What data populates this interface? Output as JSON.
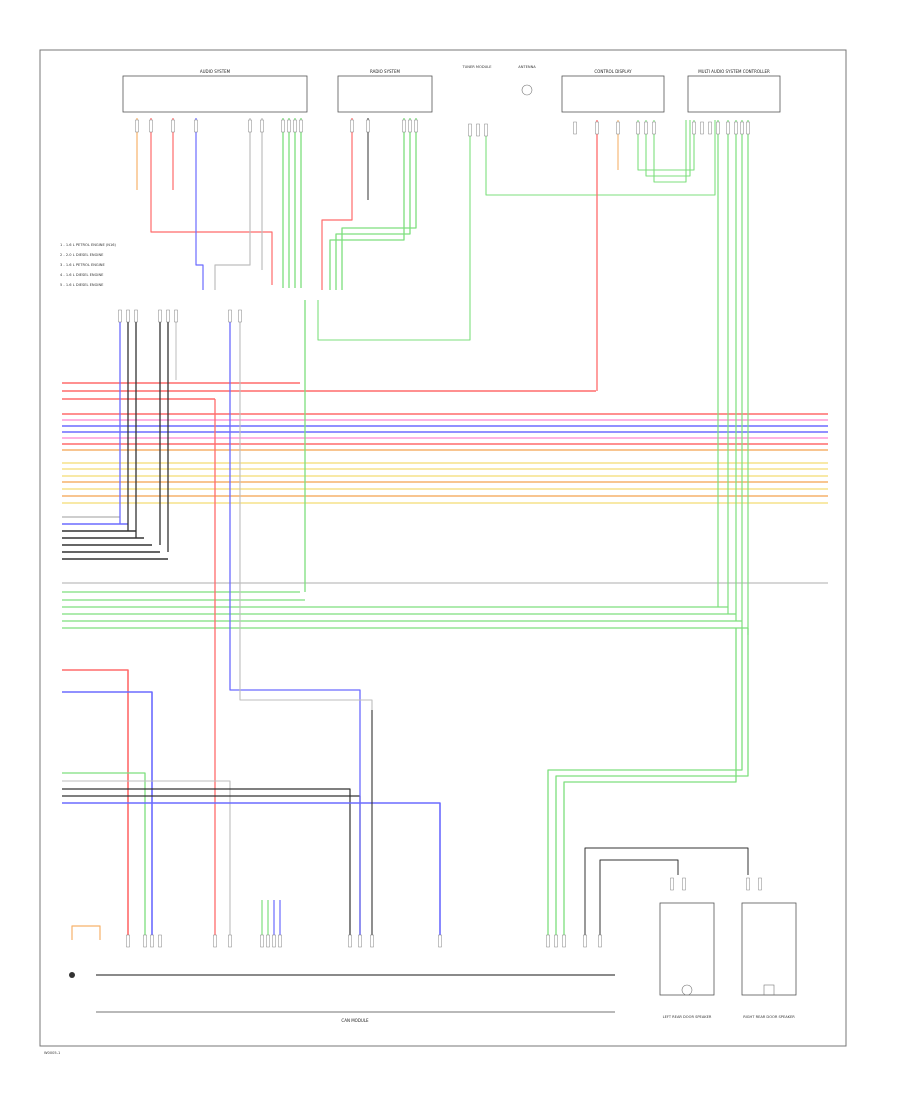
{
  "colors": {
    "red": "#ff6b6b",
    "blue": "#6b6bff",
    "green": "#7ddf7d",
    "yellow": "#f5e28a",
    "orange": "#f6b26b",
    "pink": "#ff9ad5",
    "black": "#333333",
    "gray": "#bdbdbd"
  },
  "legend": {
    "items": [
      "1 - 1.6 L PETROL ENGINE (N16)",
      "2 - 2.0 L DIESEL ENGINE",
      "3 - 1.6 L PETROL ENGINE",
      "4 - 1.6 L DIESEL ENGINE",
      "5 - 1.6 L DIESEL ENGINE"
    ]
  },
  "top_components": [
    {
      "name": "AUDIO SYSTEM"
    },
    {
      "name": "RADIO SYSTEM"
    },
    {
      "name": "TUNER MODULE"
    },
    {
      "name": "ANTENNA"
    },
    {
      "name": "CONTROL DISPLAY"
    },
    {
      "name": "MULTI AUDIO SYSTEM CONTROLLER"
    }
  ],
  "bottom_components": {
    "bus_label": "CAN MODULE",
    "left_speaker": "LEFT REAR DOOR SPEAKER",
    "right_speaker": "RIGHT REAR DOOR SPEAKER"
  },
  "page_code": "W0005-1"
}
